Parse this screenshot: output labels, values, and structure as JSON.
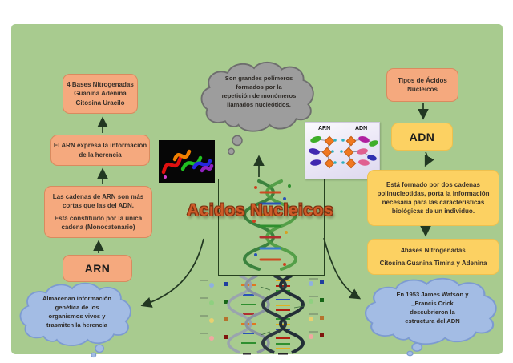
{
  "palette": {
    "canvas_green": "#a8cb8f",
    "salmon_box": "#f5a97e",
    "yellow_box": "#fcd162",
    "blue_cloud": "#a3bce4",
    "gray_cloud": "#9d9d9d",
    "arrow": "#223822",
    "title_orange": "#cd5b28"
  },
  "title": {
    "text": "Acidos Nucleicos"
  },
  "left": {
    "bases": {
      "title": "4 Bases Nitrogenadas",
      "body": "Guanina Adenina\nCitosina Uracilo"
    },
    "expresa": {
      "body": "El ARN  expresa la información\nde la herencia"
    },
    "cadenas": {
      "p1": "Las cadenas de ARN son más\ncortas que las del ADN.",
      "p2": "Está constituido por la única\ncadena (Monocatenario)"
    },
    "arn": {
      "label": "ARN"
    },
    "cloud": {
      "body": "Almacenan información\ngenética de los\norganismos vivos  y\ntrasmiten la herencia"
    }
  },
  "center": {
    "cloud": {
      "body": "Son grandes polímeros\nformados por la\nrepetición de monómeros\nllamados nucleótidos."
    },
    "compare": {
      "left_label": "ARN",
      "right_label": "ADN"
    }
  },
  "right": {
    "tipos": {
      "title": "Tipos de Ácidos\nNucleicos"
    },
    "adn": {
      "label": "ADN"
    },
    "formado": {
      "body": "Está formado por dos cadenas\npolinucleotidas, porta la información\nnecesaria para las características\nbiológicas de un individuo."
    },
    "bases": {
      "p1": "4bases Nitrogenadas",
      "p2": "Citosina Guanina Timina y Adenina"
    },
    "cloud": {
      "body": "En 1953 James Watson y\n_Francis Crick\ndescubrieron la\nestructura del ADN"
    }
  }
}
